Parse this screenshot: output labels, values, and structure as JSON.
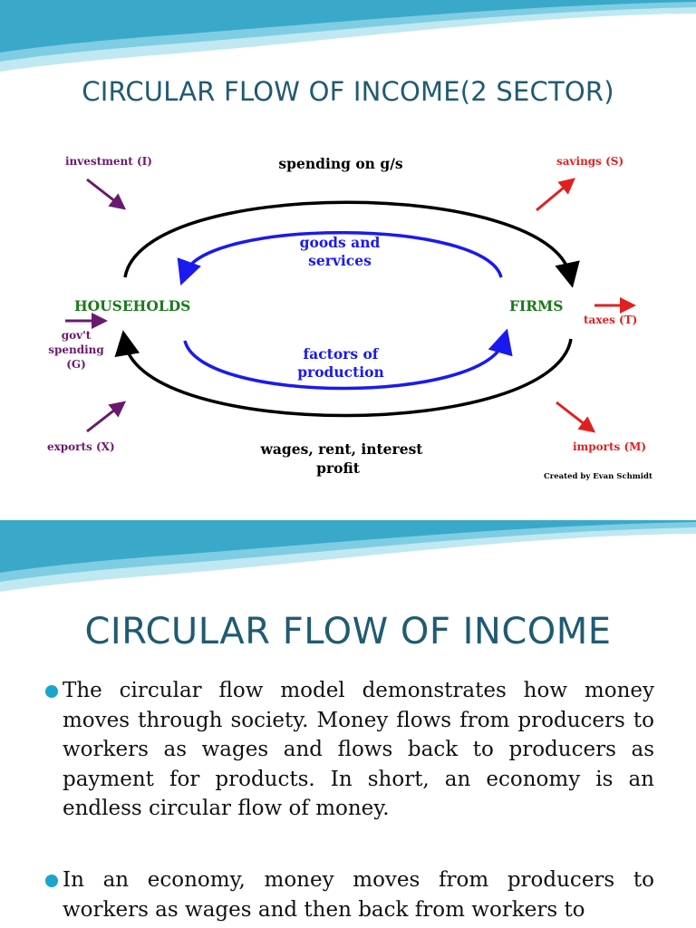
{
  "slide1": {
    "title": "CIRCULAR FLOW OF INCOME(2 SECTOR)",
    "diagram": {
      "spending_label": "spending on g/s",
      "goods_line1": "goods and",
      "goods_line2": "services",
      "households": "HOUSEHOLDS",
      "firms": "FIRMS",
      "factors_line1": "factors of",
      "factors_line2": "production",
      "wages_line1": "wages, rent, interest",
      "wages_line2": "profit",
      "investment": "investment (I)",
      "savings": "savings (S)",
      "taxes": "taxes (T)",
      "govt_line1": "gov't",
      "govt_line2": "spending",
      "govt_line3": "(G)",
      "exports": "exports (X)",
      "imports": "imports (M)",
      "credit": "Created by Evan Schmidt"
    },
    "colors": {
      "title": "#1f5b73",
      "injection": "#6a1a6e",
      "leakage": "#e02020",
      "sector": "#1a7a1a",
      "inner_flow": "#1a1af0",
      "outer_flow": "#000000"
    }
  },
  "slide2": {
    "title": "CIRCULAR FLOW OF INCOME",
    "bullets": [
      "The circular flow model demonstrates how money moves through society. Money flows from producers to workers as wages and flows back to producers as payment for products. In short, an economy is an endless circular flow of money.",
      "In an economy, money moves from producers to workers as wages and then back from workers to"
    ]
  }
}
